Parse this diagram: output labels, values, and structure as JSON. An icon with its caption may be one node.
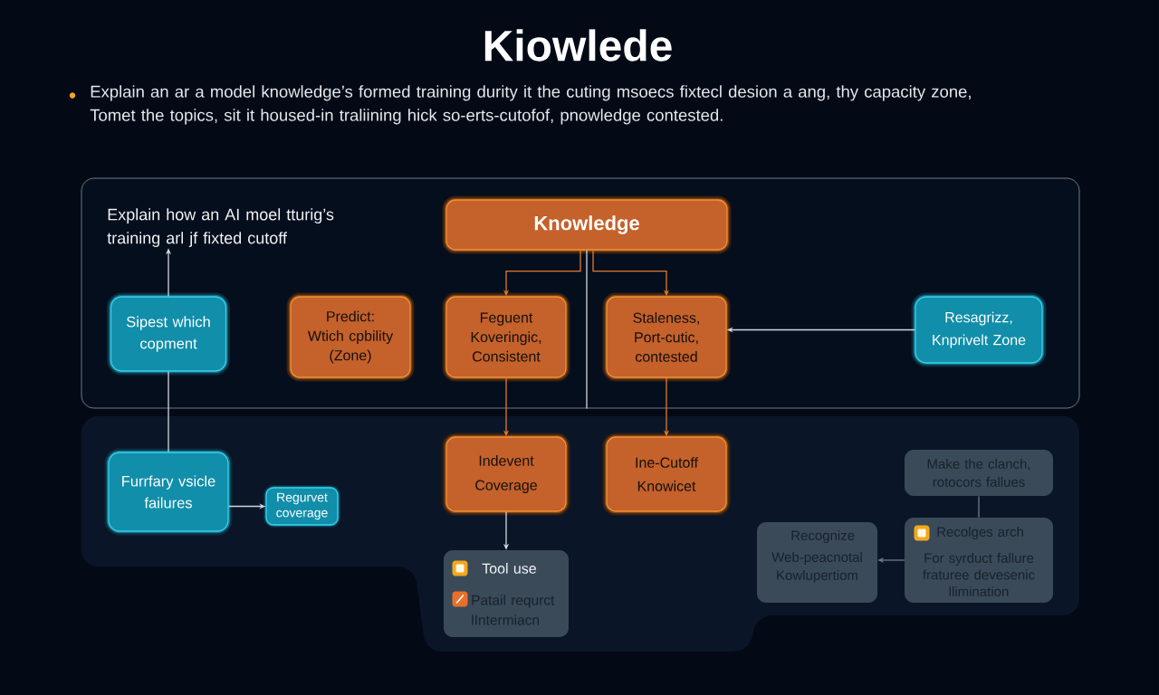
{
  "diagram": {
    "title": "Kiowlede",
    "nodes": [
      {
        "text": [],
        "shape": "box"
      },
      {
        "text": [
          "Explain how an AI moel tturig’s training arl jf fixted cutoff"
        ],
        "in": 0
      },
      {
        "text": [
          "Knowledge"
        ],
        "in": 0
      },
      {
        "text": [
          "Sipest which copment"
        ],
        "in": 0
      },
      {
        "text": [
          "Predict: Wtich cpbility (Zone)"
        ],
        "in": 0
      },
      {
        "text": [
          "Feguent Koveringic, Consistent"
        ],
        "in": 0
      },
      {
        "text": [
          "Staleness, Port-cutic, contested"
        ],
        "in": 0
      },
      {
        "text": [
          "Resagrizz, Knprivelt Zone"
        ],
        "in": 0
      },
      {
        "text": [],
        "shape": "box"
      },
      {
        "text": [
          "Furrfary vsicle failures"
        ],
        "in": 8
      },
      {
        "text": [
          "Regurvet coverage"
        ],
        "in": 8
      },
      {
        "text": [
          "Indevent Coverage"
        ],
        "in": 8
      },
      {
        "text": [
          "Ine-Cutoff Knowicet"
        ],
        "in": 8
      },
      {
        "text": [
          "Make the clanch, rotocors fallues"
        ],
        "in": 8
      },
      {
        "text": [
          "Tool use",
          "Patail requrct lIntermiacn"
        ],
        "in": 8
      },
      {
        "text": [
          "Recognize",
          "Web-peacnotal Kowlupertiom"
        ],
        "in": 8
      },
      {
        "text": [
          "Recolges arch",
          "For syrduct fallure fraturee devesenic llimination"
        ],
        "in": 8
      }
    ],
    "edges": [
      {
        "from": 2,
        "to": 5,
        "arrow": "to",
        "color": "#e07b2c"
      },
      {
        "from": 2,
        "to": 6,
        "arrow": "to",
        "color": "#e07b2c"
      },
      {
        "from": 2,
        "to": 0,
        "arrow": "none"
      },
      {
        "from": 3,
        "to": 1,
        "arrow": "to"
      },
      {
        "from": 9,
        "to": 3,
        "arrow": "none"
      },
      {
        "from": 7,
        "to": 6,
        "arrow": "to"
      },
      {
        "from": 9,
        "to": 10,
        "arrow": "to"
      },
      {
        "from": 5,
        "to": 11,
        "arrow": "to",
        "color": "#e07b2c"
      },
      {
        "from": 6,
        "to": 12,
        "arrow": "to",
        "color": "#e07b2c"
      },
      {
        "from": 11,
        "to": 14,
        "arrow": "to"
      },
      {
        "from": 13,
        "to": 16,
        "arrow": "none",
        "color": "#6f7d8a"
      },
      {
        "from": 16,
        "to": 15,
        "arrow": "to",
        "color": "#6f7d8a"
      }
    ],
    "labels": [
      "Explain an ar a model knowledge’s formed training durity it the cuting msoecs fixtecl desion a ang, thy capacity zone, Tomet the topics, sit it housed-in traliining hick so-erts-cutofof, pnowledge contested."
    ]
  }
}
